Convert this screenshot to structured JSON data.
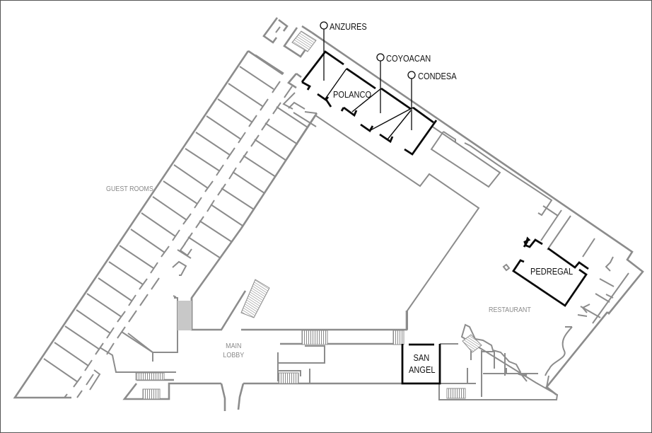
{
  "map": {
    "type": "hotel-floor-plan",
    "colors": {
      "walls": "#8c8c8c",
      "meeting_rooms": "#0a0a0a",
      "area_labels": "#8a8a8a",
      "room_labels": "#111111",
      "border": "#555555",
      "background": "#ffffff"
    },
    "area_labels": {
      "guest_rooms": "GUEST ROOMS",
      "main_lobby_line1": "MAIN",
      "main_lobby_line2": "LOBBY",
      "restaurant": "RESTAURANT"
    },
    "meeting_rooms": [
      {
        "id": "anzures",
        "label": "ANZURES",
        "marker": "pin"
      },
      {
        "id": "polanco",
        "label": "POLANCO",
        "marker": "inline"
      },
      {
        "id": "coyoacan",
        "label": "COYOACAN",
        "marker": "pin"
      },
      {
        "id": "condesa",
        "label": "CONDESA",
        "marker": "pin"
      },
      {
        "id": "pedregal",
        "label": "PEDREGAL",
        "marker": "inline"
      },
      {
        "id": "san_angel",
        "label_line1": "SAN",
        "label_line2": "ANGEL",
        "marker": "inline"
      }
    ]
  }
}
